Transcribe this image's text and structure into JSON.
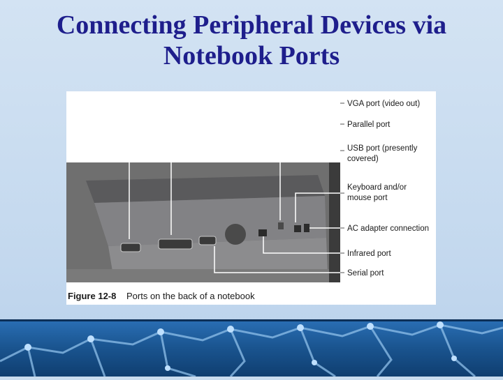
{
  "slide": {
    "title_line1": "Connecting Peripheral Devices via",
    "title_line2": "Notebook Ports"
  },
  "figure": {
    "caption_label": "Figure 12-8",
    "caption_text": "Ports on the back of a notebook",
    "callouts": [
      {
        "line1": "VGA port (video out)",
        "line2": ""
      },
      {
        "line1": "Parallel port",
        "line2": ""
      },
      {
        "line1": "USB port (presently",
        "line2": "covered)"
      },
      {
        "line1": "Keyboard and/or",
        "line2": "mouse port"
      },
      {
        "line1": "AC adapter connection",
        "line2": ""
      },
      {
        "line1": "Infrared port",
        "line2": ""
      },
      {
        "line1": "Serial port",
        "line2": ""
      }
    ]
  },
  "colors": {
    "title": "#1e1e8c",
    "background": "#c9dcef",
    "footer": "#1c5a9c"
  }
}
